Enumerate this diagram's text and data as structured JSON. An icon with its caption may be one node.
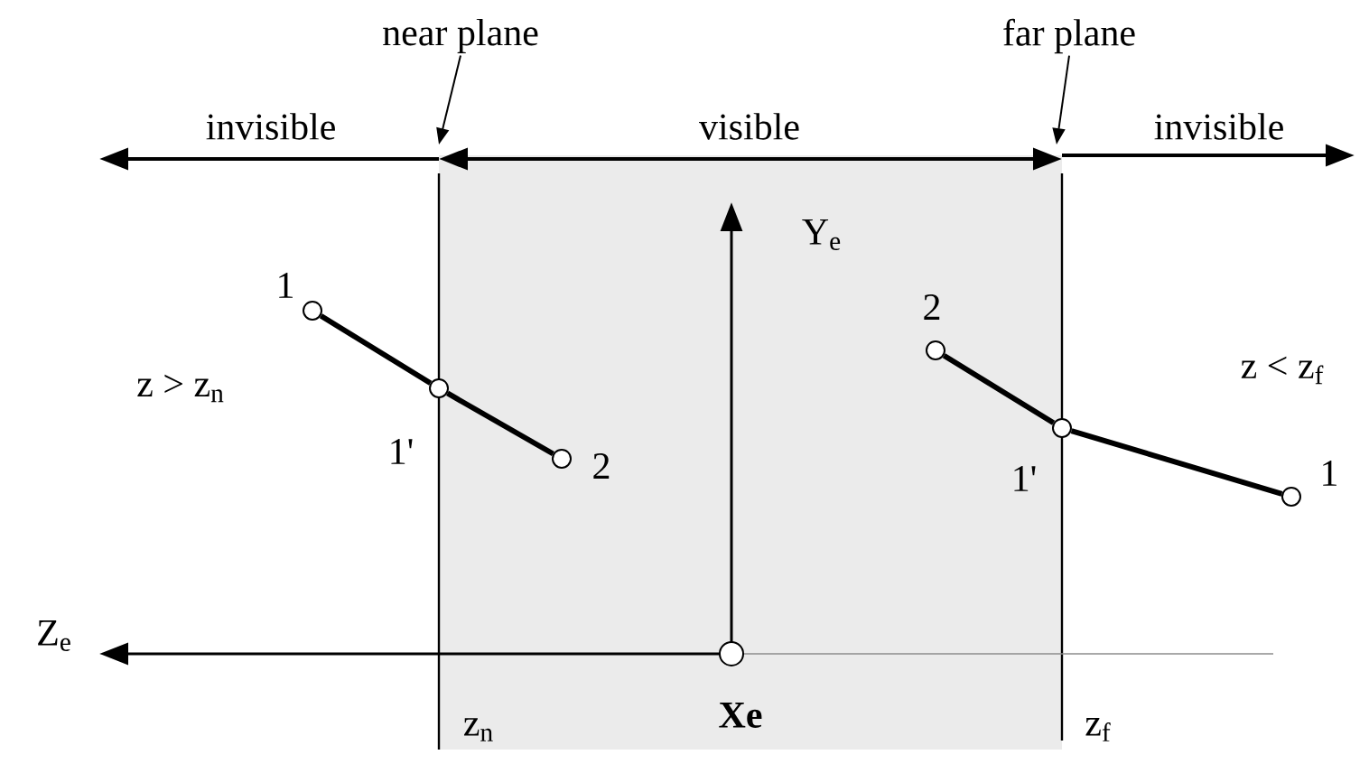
{
  "diagram": {
    "nodes": [
      {
        "text": [
          "near plane"
        ]
      },
      {
        "text": [
          "far plane"
        ]
      },
      {
        "text": [],
        "shape": "circle",
        "beside": [
          "1"
        ]
      },
      {
        "text": [],
        "shape": "circle",
        "beside": [
          "1'"
        ]
      },
      {
        "text": [],
        "shape": "circle",
        "beside": [
          "2"
        ]
      },
      {
        "text": [],
        "shape": "circle",
        "beside": [
          "2"
        ]
      },
      {
        "text": [],
        "shape": "circle",
        "beside": [
          "1'"
        ]
      },
      {
        "text": [],
        "shape": "circle",
        "beside": [
          "1"
        ]
      },
      {
        "text": [],
        "shape": "circle",
        "beside": [
          "Xe"
        ]
      }
    ],
    "edges": [
      {
        "from": 0,
        "to": null,
        "arrow": "to"
      },
      {
        "from": 1,
        "to": null,
        "arrow": "to"
      },
      {
        "from": 2,
        "to": 3,
        "arrow": "none"
      },
      {
        "from": 3,
        "to": 4,
        "arrow": "none"
      },
      {
        "from": 5,
        "to": 6,
        "arrow": "none"
      },
      {
        "from": 6,
        "to": 7,
        "arrow": "none"
      }
    ],
    "labels": [
      "invisible",
      "visible",
      "invisible",
      "Y$_{e}$",
      "z > z$_{n}$",
      "z < z$_{f}$",
      "Z$_{e}$",
      "z$_{n}$",
      "z$_{f}$"
    ]
  }
}
